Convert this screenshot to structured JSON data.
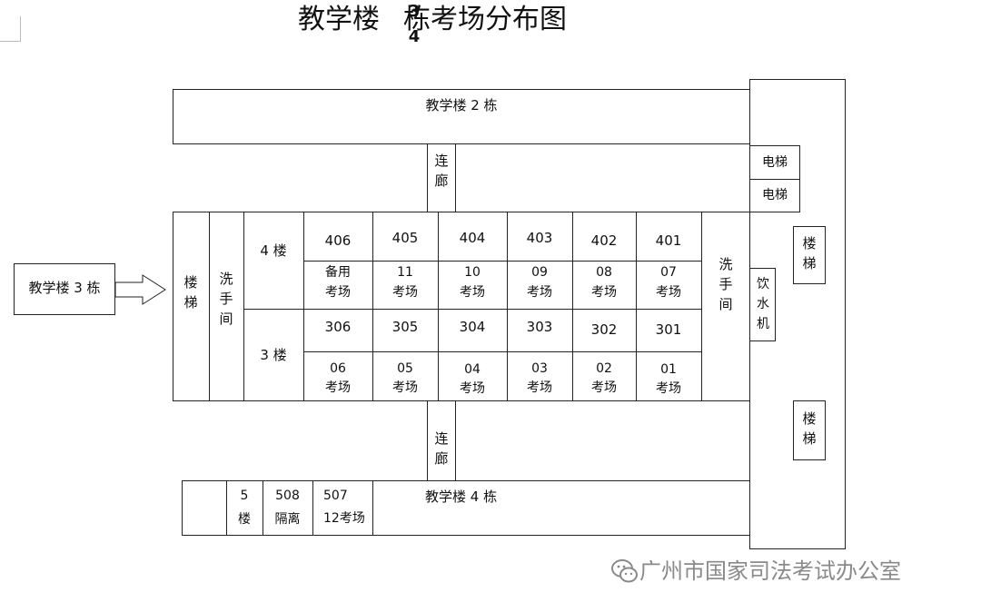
{
  "title": {
    "prefix": "教学楼",
    "frac_num": "3",
    "frac_den": "4",
    "suffix": "栋考场分布图"
  },
  "buildings": {
    "b2": "教学楼 2 栋",
    "b3": "教学楼 3 栋",
    "b4": "教学楼 4 栋"
  },
  "facilities": {
    "corridor_top": "连廊",
    "corridor_bottom": "连廊",
    "elevator_1": "电梯",
    "elevator_2": "电梯",
    "stairs_left": "楼梯",
    "stairs_right_top": "楼梯",
    "stairs_right_bottom": "楼梯",
    "washroom_left": "洗手间",
    "washroom_right": "洗手间",
    "water_dispenser": "饮水机"
  },
  "floors": {
    "f4": "4 楼",
    "f3": "3 楼",
    "f5_num": "5",
    "f5_label": "楼"
  },
  "rooms_floor4": [
    {
      "room": "406",
      "line1": "备用",
      "line2": "考场"
    },
    {
      "room": "405",
      "line1": "11",
      "line2": "考场"
    },
    {
      "room": "404",
      "line1": "10",
      "line2": "考场"
    },
    {
      "room": "403",
      "line1": "09",
      "line2": "考场"
    },
    {
      "room": "402",
      "line1": "08",
      "line2": "考场"
    },
    {
      "room": "401",
      "line1": "07",
      "line2": "考场"
    }
  ],
  "rooms_floor3": [
    {
      "room": "306",
      "line1": "06",
      "line2": "考场"
    },
    {
      "room": "305",
      "line1": "05",
      "line2": "考场"
    },
    {
      "room": "304",
      "line1": "04",
      "line2": "考场"
    },
    {
      "room": "303",
      "line1": "03",
      "line2": "考场"
    },
    {
      "room": "302",
      "line1": "02",
      "line2": "考场"
    },
    {
      "room": "301",
      "line1": "01",
      "line2": "考场"
    }
  ],
  "rooms_floor5": [
    {
      "room": "508",
      "label": "隔离"
    },
    {
      "room": "507",
      "label": "12考场"
    }
  ],
  "watermark": "广州市国家司法考试办公室"
}
